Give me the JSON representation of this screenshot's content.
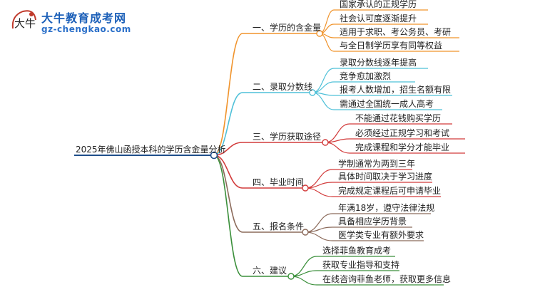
{
  "brand": {
    "name": "大牛教育成考网",
    "url": "gz-chengkao.com",
    "mark_text": "大牛"
  },
  "root": {
    "label": "2025年佛山函授本科的学历含金量分析",
    "color": "#1f4e8a"
  },
  "branches": [
    {
      "label": "一、学历的含金量",
      "color": "#f0932b",
      "children": [
        "国家承认的正规学历",
        "社会认可度逐渐提升",
        "适用于求职、考公务员、考研",
        "与全日制学历享有同等权益"
      ]
    },
    {
      "label": "二、录取分数线",
      "color": "#4ec0d8",
      "children": [
        "录取分数线逐年提高",
        "竞争愈加激烈",
        "报考人数增加，招生名额有限",
        "需通过全国统一成人高考"
      ]
    },
    {
      "label": "三、学历获取途径",
      "color": "#d23b3b",
      "children": [
        "不能通过花钱购买学历",
        "必须经过正规学习和考试",
        "完成课程和学分才能毕业"
      ]
    },
    {
      "label": "四、毕业时间",
      "color": "#d23b3b",
      "children": [
        "学制通常为两到三年",
        "具体时间取决于学习进度",
        "完成规定课程后可申请毕业"
      ]
    },
    {
      "label": "五、报名条件",
      "color": "#8b6a5a",
      "children": [
        "年满18岁，遵守法律法规",
        "具备相应学历背景",
        "医学类专业有额外要求"
      ]
    },
    {
      "label": "六、建议",
      "color": "#3a8f3a",
      "children": [
        "选择菲鱼教育成考",
        "获取专业指导和支持",
        "在线咨询菲鱼老师，获取更多信息"
      ]
    }
  ]
}
